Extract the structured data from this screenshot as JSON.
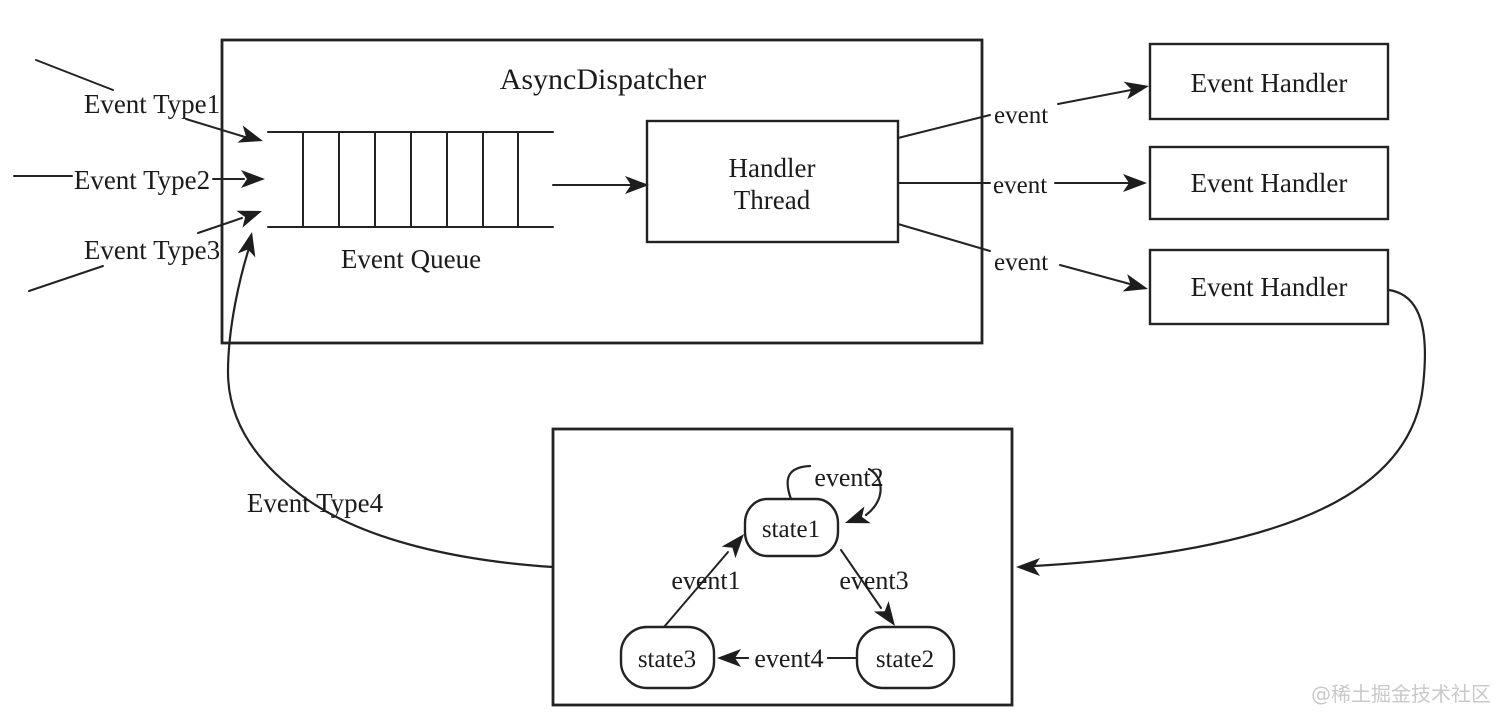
{
  "diagram": {
    "inputs": [
      {
        "label": "Event Type1"
      },
      {
        "label": "Event Type2"
      },
      {
        "label": "Event Type3"
      }
    ],
    "feedback_label": "Event Type4",
    "dispatcher": {
      "title": "AsyncDispatcher",
      "queue_label": "Event Queue",
      "thread_line1": "Handler",
      "thread_line2": "Thread"
    },
    "edge_labels": [
      {
        "label": "event"
      },
      {
        "label": "event"
      },
      {
        "label": "event"
      }
    ],
    "handlers": [
      {
        "label": "Event Handler"
      },
      {
        "label": "Event Handler"
      },
      {
        "label": "Event Handler"
      }
    ],
    "state_machine": {
      "states": [
        {
          "label": "state1"
        },
        {
          "label": "state2"
        },
        {
          "label": "state3"
        }
      ],
      "transitions": [
        {
          "label": "event1"
        },
        {
          "label": "event2"
        },
        {
          "label": "event3"
        },
        {
          "label": "event4"
        }
      ]
    },
    "watermark": "@稀土掘金技术社区",
    "colors": {
      "ink": "#232323",
      "background": "#ffffff",
      "watermark": "#c9c9c9"
    }
  }
}
